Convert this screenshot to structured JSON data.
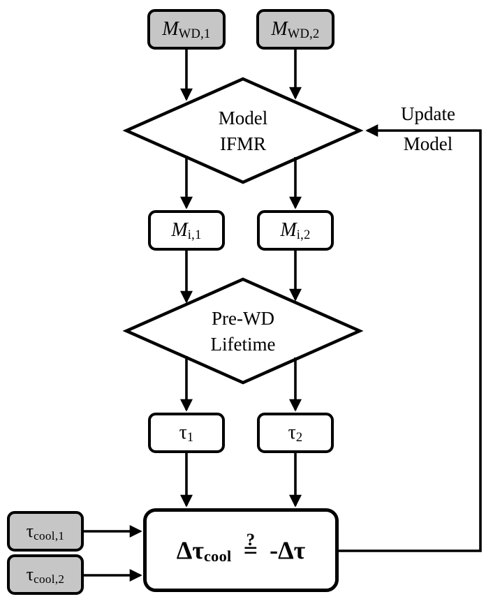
{
  "diagram": {
    "nodes": {
      "mwd1": {
        "main": "M",
        "sub": "WD,1"
      },
      "mwd2": {
        "main": "M",
        "sub": "WD,2"
      },
      "ifmr": {
        "line1": "Model",
        "line2": "IFMR"
      },
      "mi1": {
        "main": "M",
        "sub": "i,1"
      },
      "mi2": {
        "main": "M",
        "sub": "i,2"
      },
      "prewd": {
        "line1": "Pre-WD",
        "line2": "Lifetime"
      },
      "tau1": {
        "main": "τ",
        "sub": "1"
      },
      "tau2": {
        "main": "τ",
        "sub": "2"
      },
      "tcool1": {
        "main": "τ",
        "sub": "cool,1"
      },
      "tcool2": {
        "main": "τ",
        "sub": "cool,2"
      },
      "compare": {
        "lhs_main": "Δτ",
        "lhs_sub": "cool",
        "rel_question": "?",
        "rel_equals": "=",
        "rhs": "-Δτ"
      }
    },
    "feedback": {
      "line1": "Update",
      "line2": "Model"
    },
    "colors": {
      "box_fill_gray": "#c6c6c6",
      "box_fill_white": "#ffffff",
      "stroke": "#000000",
      "background": "#ffffff"
    }
  }
}
